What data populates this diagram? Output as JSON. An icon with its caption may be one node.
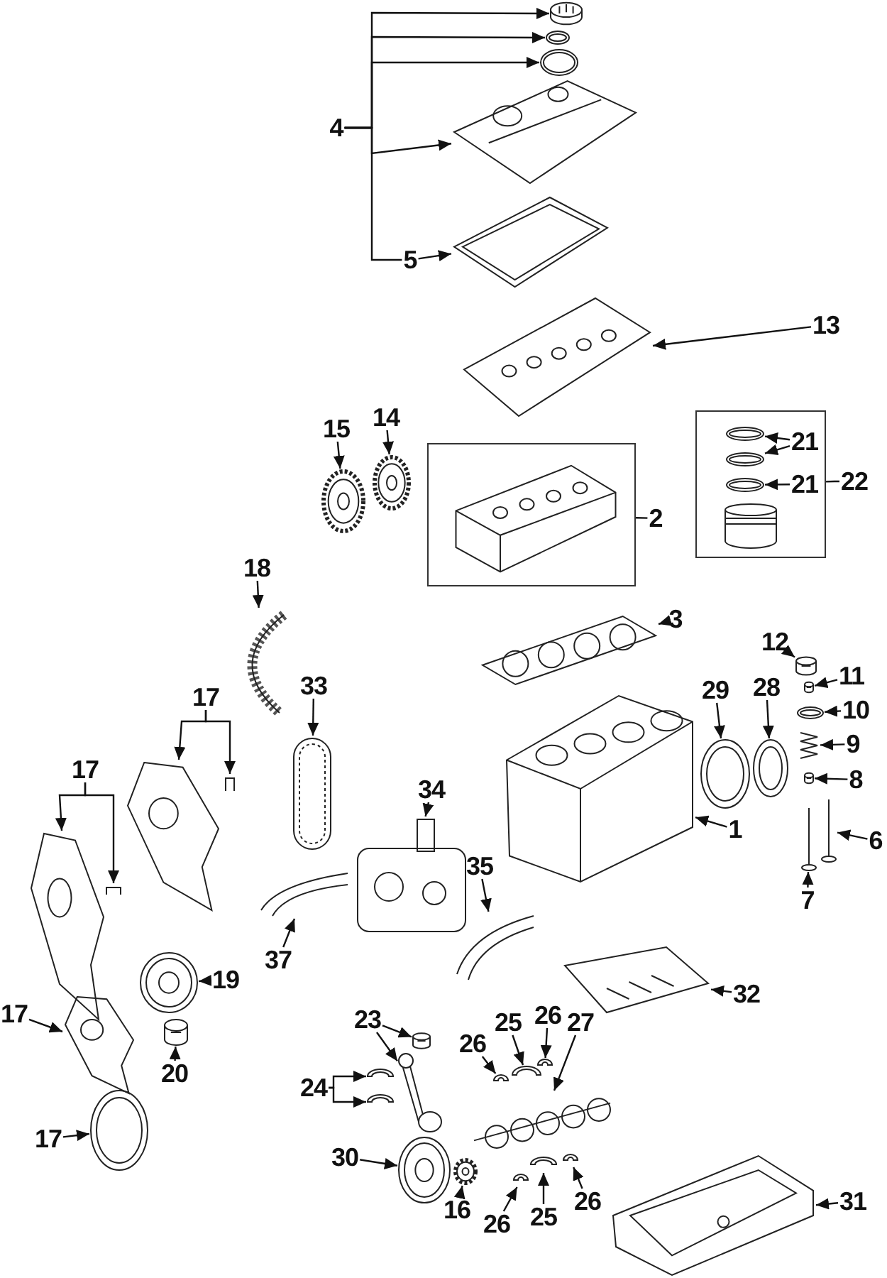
{
  "diagram": {
    "nodes": [
      {
        "text": [
          "4"
        ]
      },
      {
        "text": [
          "5"
        ]
      },
      {
        "text": [
          "13"
        ]
      },
      {
        "text": [
          "15"
        ]
      },
      {
        "text": [
          "14"
        ]
      },
      {
        "text": [
          "2"
        ]
      },
      {
        "text": [
          "21"
        ],
        "in": 54
      },
      {
        "text": [
          "21"
        ],
        "in": 54
      },
      {
        "text": [
          "22"
        ]
      },
      {
        "text": [
          "3"
        ]
      },
      {
        "text": [
          "18"
        ]
      },
      {
        "text": [
          "17"
        ]
      },
      {
        "text": [
          "33"
        ]
      },
      {
        "text": [
          "17"
        ]
      },
      {
        "text": [
          "12"
        ]
      },
      {
        "text": [
          "11"
        ]
      },
      {
        "text": [
          "29"
        ]
      },
      {
        "text": [
          "28"
        ]
      },
      {
        "text": [
          "10"
        ]
      },
      {
        "text": [
          "9"
        ]
      },
      {
        "text": [
          "34"
        ]
      },
      {
        "text": [
          "8"
        ]
      },
      {
        "text": [
          "1"
        ]
      },
      {
        "text": [
          "6"
        ]
      },
      {
        "text": [
          "35"
        ]
      },
      {
        "text": [
          "7"
        ]
      },
      {
        "text": [
          "37"
        ]
      },
      {
        "text": [
          "32"
        ]
      },
      {
        "text": [
          "19"
        ]
      },
      {
        "text": [
          "17"
        ]
      },
      {
        "text": [
          "23"
        ]
      },
      {
        "text": [
          "26"
        ]
      },
      {
        "text": [
          "25"
        ]
      },
      {
        "text": [
          "26"
        ]
      },
      {
        "text": [
          "27"
        ]
      },
      {
        "text": [
          "24"
        ]
      },
      {
        "text": [
          "20"
        ]
      },
      {
        "text": [
          "17"
        ]
      },
      {
        "text": [
          "30"
        ]
      },
      {
        "text": [
          "16"
        ]
      },
      {
        "text": [
          "26"
        ]
      },
      {
        "text": [
          "25"
        ]
      },
      {
        "text": [
          "26"
        ]
      },
      {
        "text": [
          "31"
        ]
      },
      {
        "text": [],
        "shape": "picture"
      },
      {
        "text": [],
        "shape": "picture"
      },
      {
        "text": [],
        "shape": "picture"
      },
      {
        "text": [],
        "shape": "picture"
      },
      {
        "text": [],
        "shape": "picture"
      },
      {
        "text": [],
        "shape": "picture"
      },
      {
        "text": [],
        "shape": "picture"
      },
      {
        "text": [],
        "shape": "picture"
      },
      {
        "text": [],
        "shape": "box"
      },
      {
        "text": [],
        "shape": "picture",
        "in": 52
      },
      {
        "text": [],
        "shape": "box"
      },
      {
        "text": [],
        "shape": "picture",
        "in": 54
      },
      {
        "text": [],
        "shape": "picture",
        "in": 54
      },
      {
        "text": [],
        "shape": "picture",
        "in": 54
      },
      {
        "text": [],
        "shape": "picture",
        "in": 54
      },
      {
        "text": [],
        "shape": "picture"
      },
      {
        "text": [],
        "shape": "picture"
      },
      {
        "text": [],
        "shape": "picture"
      },
      {
        "text": [],
        "shape": "picture"
      },
      {
        "text": [],
        "shape": "picture"
      },
      {
        "text": [],
        "shape": "picture"
      },
      {
        "text": [],
        "shape": "picture"
      },
      {
        "text": [],
        "shape": "picture"
      },
      {
        "text": [],
        "shape": "picture"
      },
      {
        "text": [],
        "shape": "picture"
      },
      {
        "text": [],
        "shape": "picture"
      },
      {
        "text": [],
        "shape": "picture"
      },
      {
        "text": [],
        "shape": "picture"
      },
      {
        "text": [],
        "shape": "picture"
      },
      {
        "text": [],
        "shape": "picture"
      },
      {
        "text": [],
        "shape": "picture"
      },
      {
        "text": [],
        "shape": "picture"
      },
      {
        "text": [],
        "shape": "picture"
      },
      {
        "text": [],
        "shape": "picture"
      },
      {
        "text": [],
        "shape": "picture"
      },
      {
        "text": [],
        "shape": "picture"
      },
      {
        "text": [],
        "shape": "picture"
      },
      {
        "text": [],
        "shape": "picture"
      },
      {
        "text": [],
        "shape": "picture"
      },
      {
        "text": [],
        "shape": "picture"
      },
      {
        "text": [],
        "shape": "picture"
      },
      {
        "text": [],
        "shape": "picture"
      },
      {
        "text": [],
        "shape": "picture"
      },
      {
        "text": [],
        "shape": "picture"
      },
      {
        "text": [],
        "shape": "picture"
      },
      {
        "text": [],
        "shape": "picture"
      },
      {
        "text": [],
        "shape": "picture"
      },
      {
        "text": [],
        "shape": "picture"
      },
      {
        "text": [],
        "shape": "picture"
      },
      {
        "text": [],
        "shape": "picture"
      },
      {
        "text": [],
        "shape": "picture"
      },
      {
        "text": [],
        "shape": "picture"
      },
      {
        "text": [],
        "shape": "picture"
      },
      {
        "text": [],
        "shape": "picture"
      }
    ],
    "edges": [
      {
        "from": 0,
        "to": 44,
        "arrow": "to"
      },
      {
        "from": 0,
        "to": 45,
        "arrow": "to"
      },
      {
        "from": 0,
        "to": 46,
        "arrow": "to"
      },
      {
        "from": 0,
        "to": 47,
        "arrow": "to"
      },
      {
        "from": 0,
        "to": 1,
        "arrow": "none"
      },
      {
        "from": 1,
        "to": 48,
        "arrow": "to"
      },
      {
        "from": 2,
        "to": 49,
        "arrow": "to"
      },
      {
        "from": 3,
        "to": 50,
        "arrow": "to"
      },
      {
        "from": 4,
        "to": 51,
        "arrow": "to"
      },
      {
        "from": 5,
        "to": 52,
        "arrow": "none"
      },
      {
        "from": 6,
        "to": 55,
        "arrow": "to"
      },
      {
        "from": 6,
        "to": 56,
        "arrow": "to"
      },
      {
        "from": 7,
        "to": 57,
        "arrow": "to"
      },
      {
        "from": 8,
        "to": 54,
        "arrow": "none"
      },
      {
        "from": 9,
        "to": 59,
        "arrow": "to"
      },
      {
        "from": 10,
        "to": 60,
        "arrow": "to"
      },
      {
        "from": 11,
        "to": 62,
        "arrow": "to"
      },
      {
        "from": 11,
        "to": 63,
        "arrow": "to"
      },
      {
        "from": 12,
        "to": 61,
        "arrow": "to"
      },
      {
        "from": 13,
        "to": 64,
        "arrow": "to"
      },
      {
        "from": 13,
        "to": 65,
        "arrow": "to"
      },
      {
        "from": 14,
        "to": 69,
        "arrow": "to"
      },
      {
        "from": 15,
        "to": 70,
        "arrow": "to"
      },
      {
        "from": 16,
        "to": 67,
        "arrow": "to"
      },
      {
        "from": 17,
        "to": 68,
        "arrow": "to"
      },
      {
        "from": 18,
        "to": 71,
        "arrow": "to"
      },
      {
        "from": 19,
        "to": 72,
        "arrow": "to"
      },
      {
        "from": 20,
        "to": 76,
        "arrow": "to"
      },
      {
        "from": 21,
        "to": 73,
        "arrow": "to"
      },
      {
        "from": 22,
        "to": 66,
        "arrow": "to"
      },
      {
        "from": 23,
        "to": 75,
        "arrow": "to"
      },
      {
        "from": 24,
        "to": 78,
        "arrow": "to"
      },
      {
        "from": 25,
        "to": 74,
        "arrow": "to"
      },
      {
        "from": 26,
        "to": 77,
        "arrow": "to"
      },
      {
        "from": 27,
        "to": 79,
        "arrow": "to"
      },
      {
        "from": 28,
        "to": 80,
        "arrow": "to"
      },
      {
        "from": 29,
        "to": 82,
        "arrow": "to"
      },
      {
        "from": 30,
        "to": 84,
        "arrow": "to"
      },
      {
        "from": 30,
        "to": 85,
        "arrow": "to"
      },
      {
        "from": 31,
        "to": 88,
        "arrow": "to"
      },
      {
        "from": 32,
        "to": 89,
        "arrow": "to"
      },
      {
        "from": 33,
        "to": 90,
        "arrow": "to"
      },
      {
        "from": 34,
        "to": 91,
        "arrow": "to"
      },
      {
        "from": 35,
        "to": 86,
        "arrow": "to"
      },
      {
        "from": 35,
        "to": 87,
        "arrow": "to"
      },
      {
        "from": 36,
        "to": 81,
        "arrow": "to"
      },
      {
        "from": 37,
        "to": 83,
        "arrow": "to"
      },
      {
        "from": 38,
        "to": 92,
        "arrow": "to"
      },
      {
        "from": 39,
        "to": 93,
        "arrow": "to"
      },
      {
        "from": 40,
        "to": 94,
        "arrow": "to"
      },
      {
        "from": 41,
        "to": 95,
        "arrow": "to"
      },
      {
        "from": 42,
        "to": 96,
        "arrow": "to"
      },
      {
        "from": 43,
        "to": 97,
        "arrow": "to"
      }
    ]
  }
}
